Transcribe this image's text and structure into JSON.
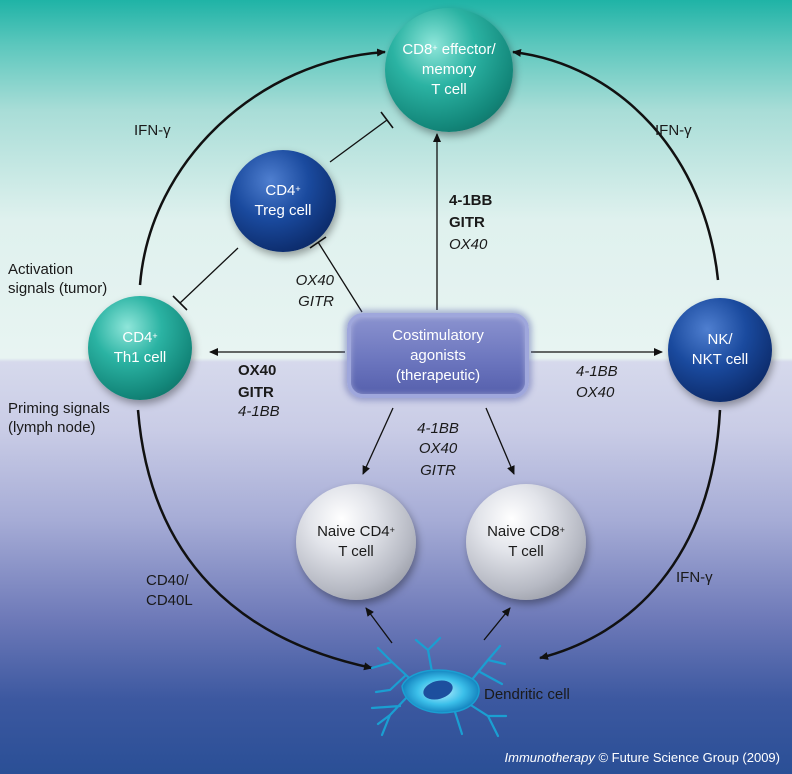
{
  "cells": {
    "cd8_effector": {
      "line1": "CD8",
      "sup": "+",
      "line1b": " effector/",
      "line2": "memory",
      "line3": "T cell"
    },
    "treg": {
      "line1": "CD4",
      "sup": "+",
      "line2": "Treg cell"
    },
    "th1": {
      "line1": "CD4",
      "sup": "+",
      "line2": "Th1 cell"
    },
    "nk": {
      "line1": "NK/",
      "line2": "NKT cell"
    },
    "naive_cd4": {
      "line1": "Naive CD4",
      "sup": "+",
      "line2": "T cell"
    },
    "naive_cd8": {
      "line1": "Naive CD8",
      "sup": "+",
      "line2": "T cell"
    },
    "dendritic": {
      "label": "Dendritic cell"
    }
  },
  "agonists": {
    "line1": "Costimulatory",
    "line2": "agonists",
    "line3": "(therapeutic)"
  },
  "labels": {
    "ifn_left": "IFN-γ",
    "ifn_right": "IFN-γ",
    "ifn_bottom_right": "IFN-γ",
    "activation_1": "Activation",
    "activation_2": "signals (tumor)",
    "priming_1": "Priming signals",
    "priming_2": "(lymph node)",
    "cd40_1": "CD40/",
    "cd40_2": "CD40L"
  },
  "up_molecules": [
    "4-1BB",
    "GITR",
    "OX40"
  ],
  "treg_molecules": [
    "OX40",
    "GITR"
  ],
  "th1_molecules": [
    "OX40",
    "GITR",
    "4-1BB"
  ],
  "nk_molecules": [
    "4-1BB",
    "OX40"
  ],
  "naive_molecules": [
    "4-1BB",
    "OX40",
    "GITR"
  ],
  "footer": {
    "journal": "Immunotherapy",
    "rest": " © Future Science Group (2009)"
  },
  "colors": {
    "teal_cell": "#13877a",
    "navy_cell": "#0d2d6e",
    "gray_cell": "#b6b9c3",
    "agonist_box": "#6a74bd",
    "dendritic": "#1fa9d6"
  }
}
